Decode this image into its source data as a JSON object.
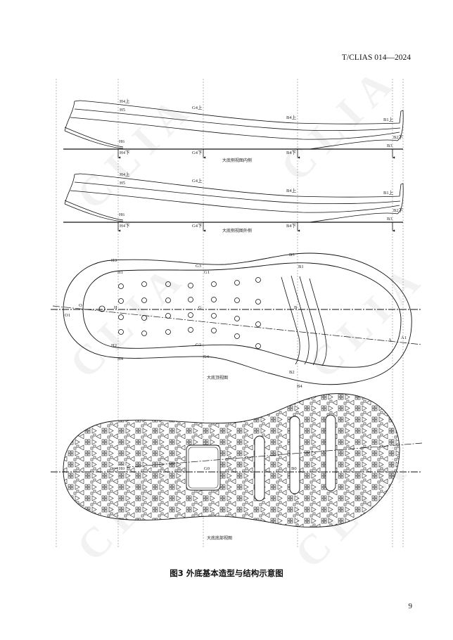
{
  "header": {
    "standard_no": "T/CLIAS 014—2024"
  },
  "watermark": "CLIA",
  "figure": {
    "caption": "图3   外底基本造型与结构示意图",
    "views": {
      "side_inner": {
        "caption": "大底侧视图内侧",
        "labels": {
          "h4_up": "H4上",
          "h5": "H5",
          "h6": "H6",
          "g4_up": "G4上",
          "b4_up": "B4上",
          "b1_up": "B1上",
          "b2_down": "B2下",
          "b3": "B3",
          "h4_down": "H4下",
          "g4_down": "G4下",
          "b4_down": "B4下"
        }
      },
      "side_outer": {
        "caption": "大底侧视图外侧",
        "labels": {
          "h4_up": "H4上",
          "h5": "H5",
          "h6": "H6",
          "g4_up": "G4上",
          "b4_up": "B4上",
          "b1_up": "B1上",
          "b2_down": "B2下",
          "b3": "B3",
          "h4_down": "H4下",
          "g4_down": "G4下",
          "b4_down": "B4下"
        }
      },
      "top": {
        "caption": "大底顶视图",
        "labels": {
          "h3": "H3",
          "g3": "G3",
          "b3": "B3",
          "h1": "H1",
          "g1": "G1",
          "b1": "B1",
          "o": "O",
          "o1": "O1",
          "h": "H",
          "g": "G",
          "b": "B",
          "h2": "H2",
          "g2": "G2",
          "b2": "B2",
          "h4": "H4",
          "g4": "G4",
          "b4": "B4",
          "a": "A",
          "a1": "A1"
        }
      },
      "bottom": {
        "caption": "大底底部视图",
        "labels": {
          "h0": "H0",
          "g0": "G0",
          "b0": "B0"
        }
      }
    }
  },
  "page_number": "9"
}
